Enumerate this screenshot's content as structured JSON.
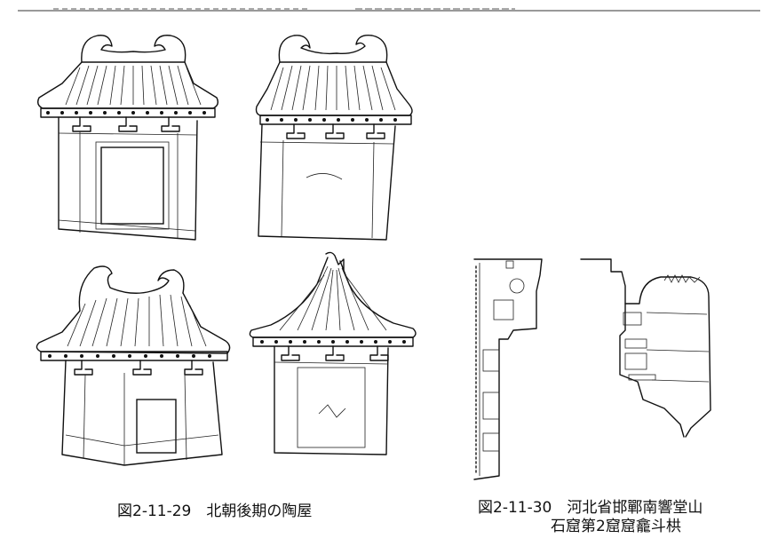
{
  "captions": {
    "fig29": "図2-11-29　北朝後期の陶屋",
    "fig30_line1": "図2-11-30　河北省邯鄲南響堂山",
    "fig30_line2": "石窟第2窟窟龕斗栱"
  }
}
